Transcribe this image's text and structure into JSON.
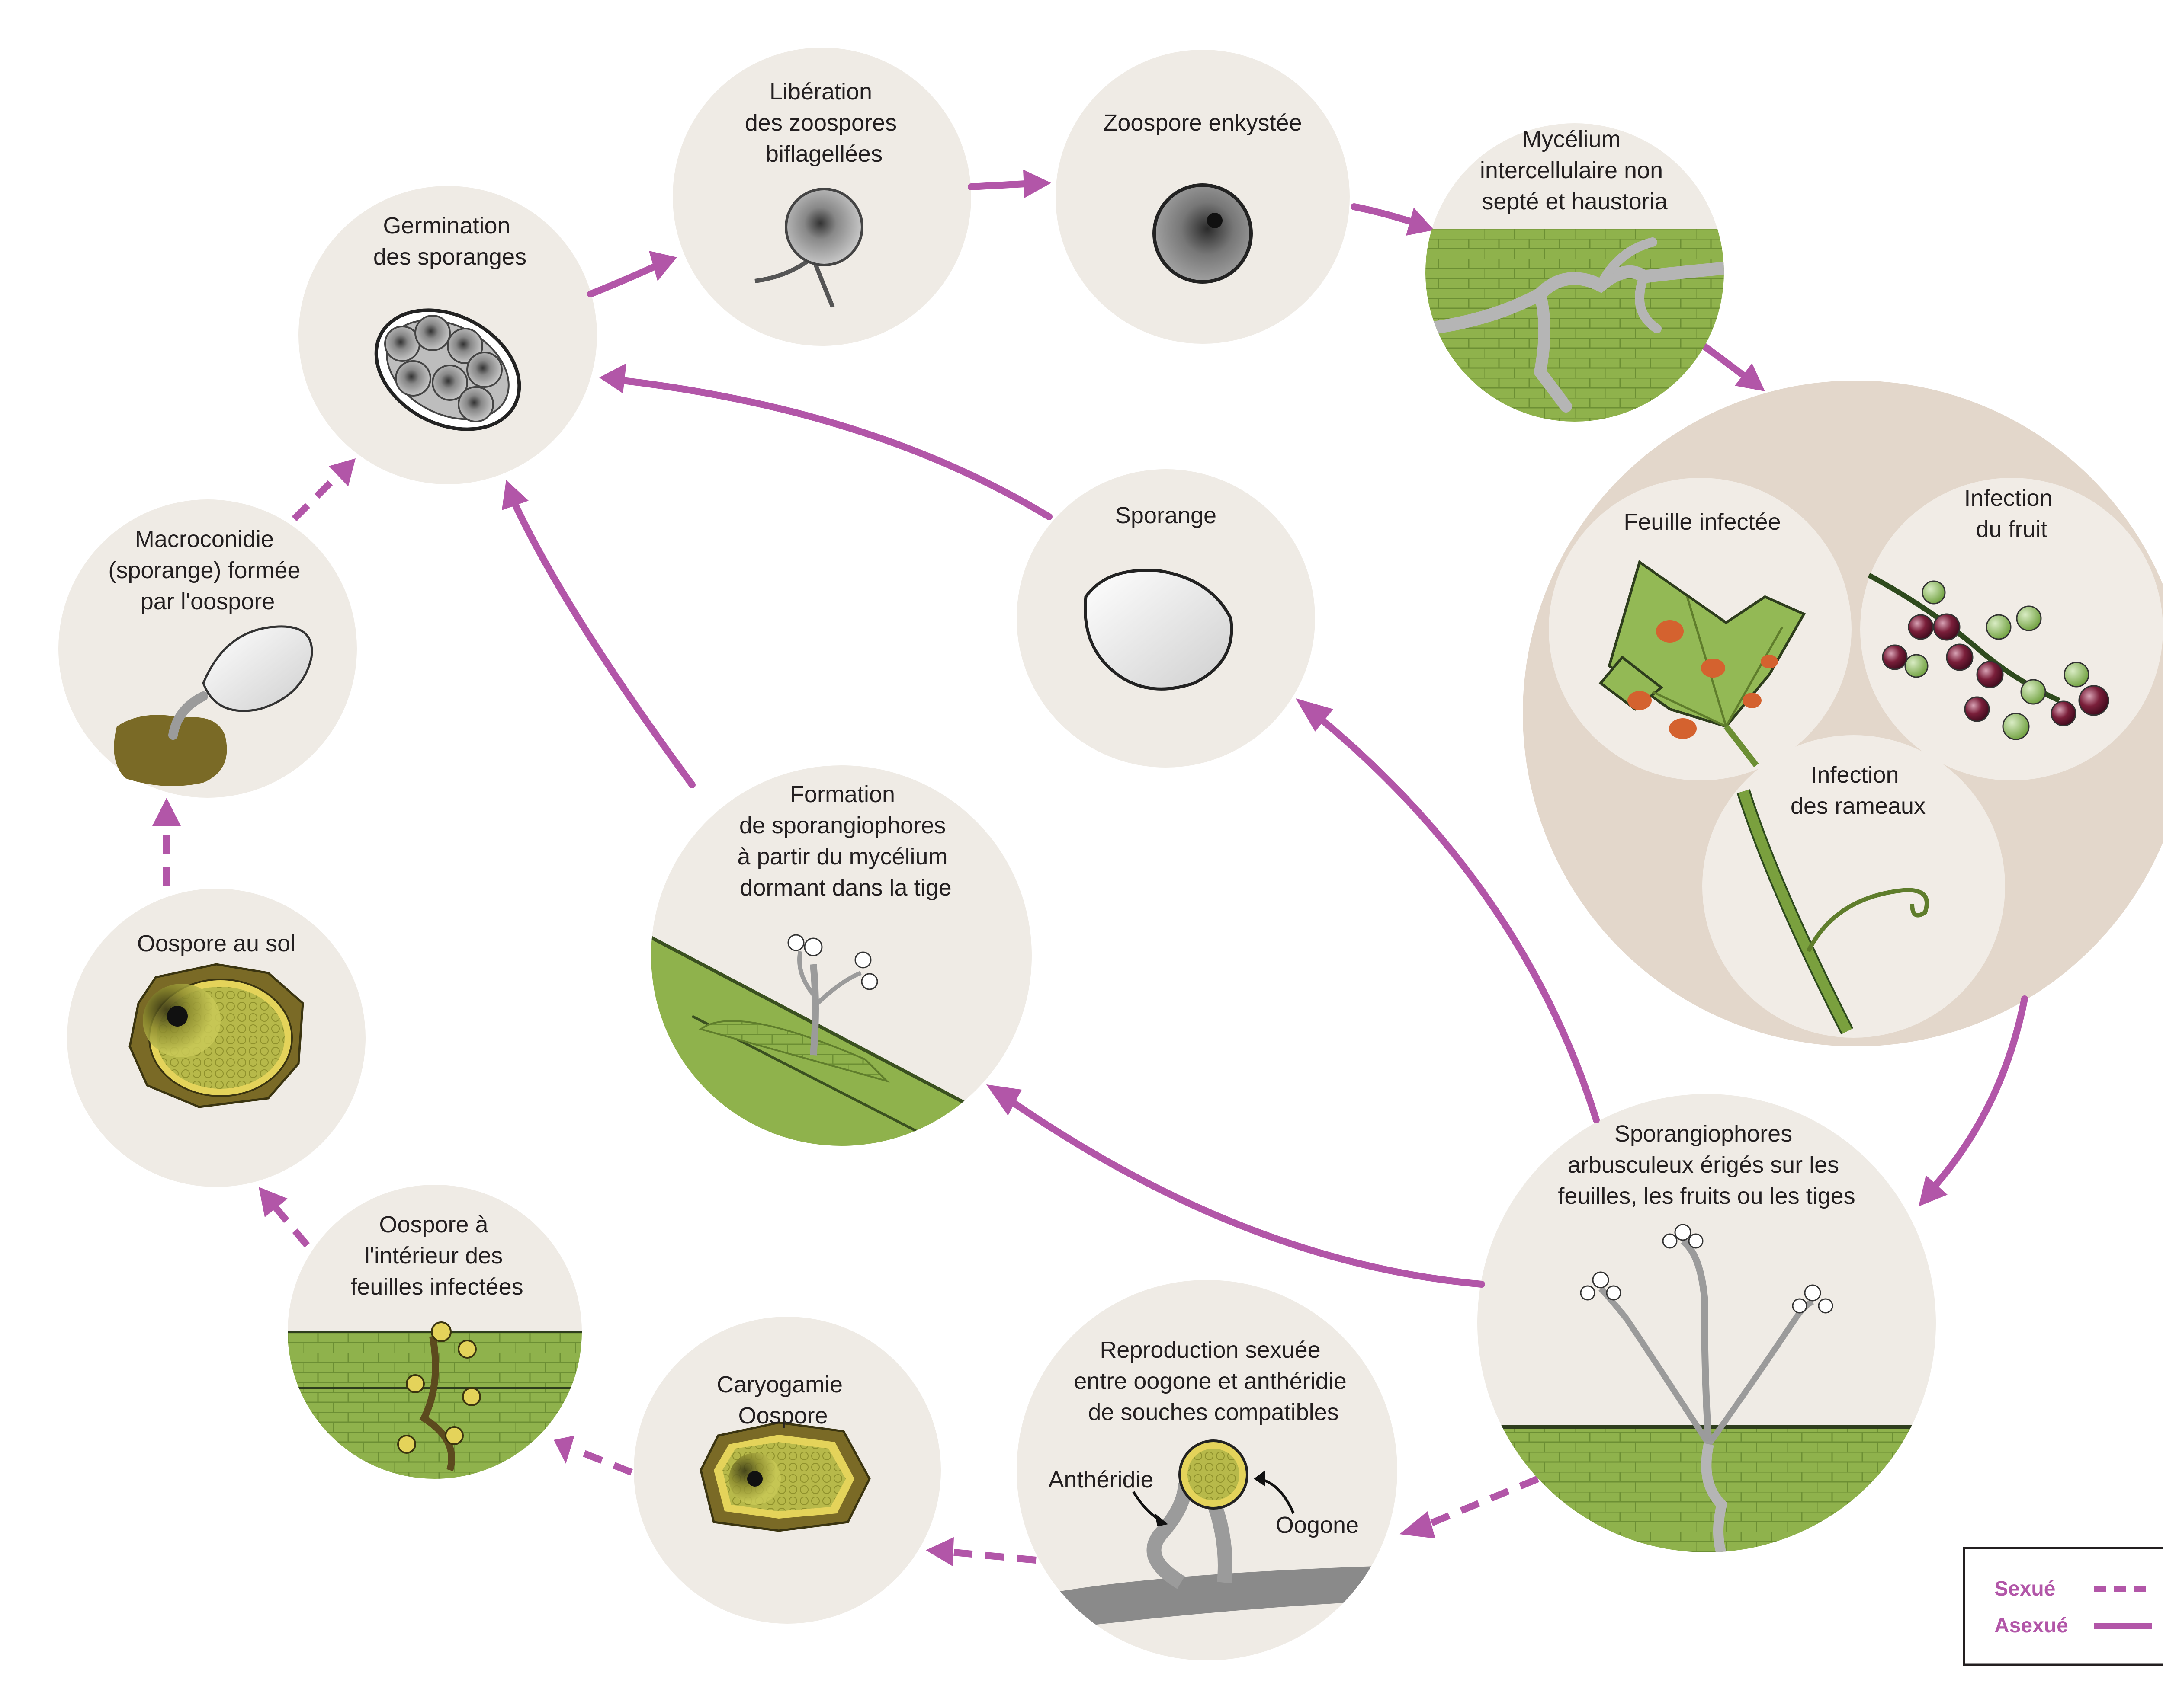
{
  "stages": {
    "germination": [
      "Germination",
      "des sporanges"
    ],
    "liberation": [
      "Libération",
      "des zoospores",
      "biflagellées"
    ],
    "enkystee": [
      "Zoospore enkystée"
    ],
    "mycelium": [
      "Mycélium",
      "intercellulaire non",
      "septé et haustoria"
    ],
    "feuille": [
      "Feuille infectée"
    ],
    "fruit": [
      "Infection",
      "du fruit"
    ],
    "rameaux": [
      "Infection",
      "des rameaux"
    ],
    "sporange": [
      "Sporange"
    ],
    "formation": [
      "Formation",
      "de sporangiophores",
      "à partir du mycélium",
      "dormant dans la tige"
    ],
    "sporangiophores": [
      "Sporangiophores",
      "arbusculeux érigés sur les",
      "feuilles, les fruits ou les tiges"
    ],
    "reproduction": [
      "Reproduction sexuée",
      "entre oogone et anthéridie",
      "de souches compatibles"
    ],
    "antheridie": "Anthéridie",
    "oogone": "Oogone",
    "caryogamie": [
      "Caryogamie",
      "Oospore"
    ],
    "oospore_feuilles": [
      "Oospore à",
      "l'intérieur des",
      "feuilles infectées"
    ],
    "oospore_sol": [
      "Oospore au sol"
    ],
    "macroconidie": [
      "Macroconidie",
      "(sporange) formée",
      "par l'oospore"
    ]
  },
  "legend": {
    "sexual": "Sexué",
    "asexual": "Asexué"
  },
  "colors": {
    "arrow": "#b256a8",
    "circle": "#efebe5",
    "tissue": "#8fb24c",
    "lesion": "#d4622f"
  }
}
